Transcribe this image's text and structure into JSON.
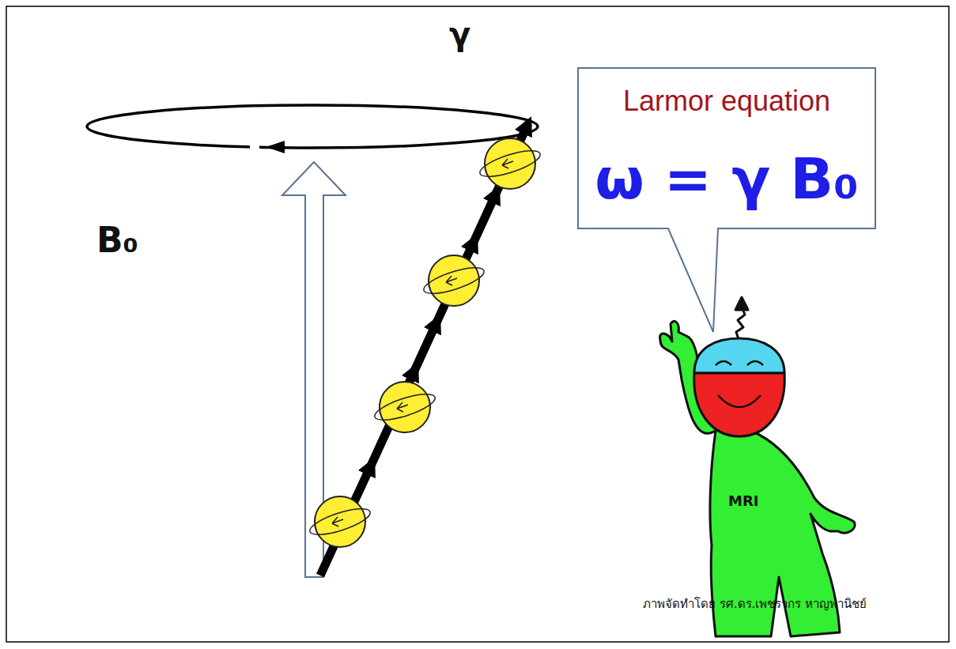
{
  "diagram": {
    "nodes": [
      {
        "text": [
          "Larmor equation",
          "ω = γ B₀"
        ]
      }
    ],
    "labels": [
      "γ",
      "B₀",
      "MRI",
      "ภาพจัดทำโดย รศ.ดร.เพชรากร หาญพานิชย์"
    ]
  }
}
